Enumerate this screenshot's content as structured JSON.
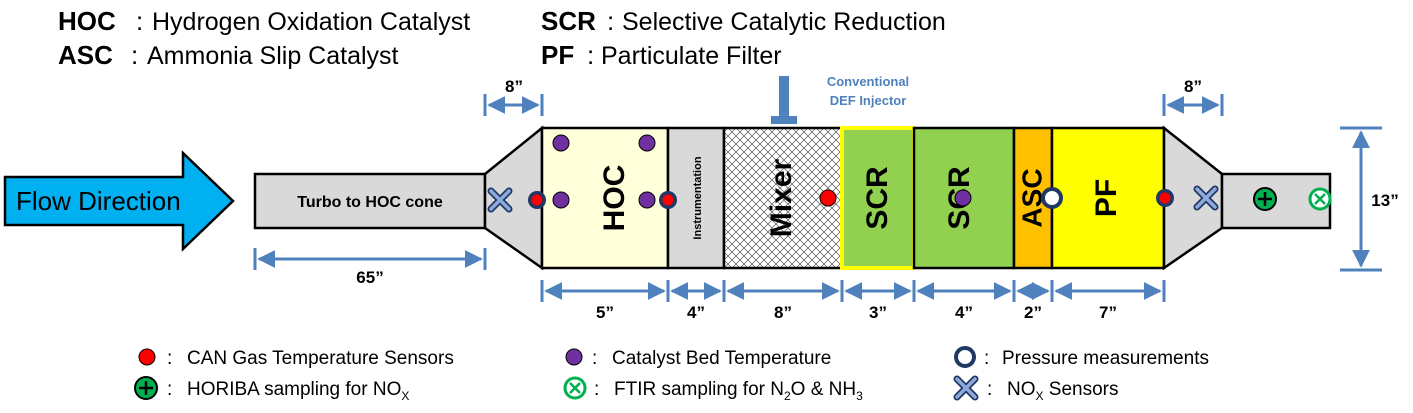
{
  "definitions": [
    {
      "abbr": "HOC",
      "sep": ":",
      "text": "Hydrogen Oxidation Catalyst"
    },
    {
      "abbr": "ASC",
      "sep": ":",
      "text": "Ammonia Slip Catalyst"
    },
    {
      "abbr": "SCR",
      "sep": ":",
      "text": "Selective Catalytic Reduction"
    },
    {
      "abbr": "PF",
      "sep": ":",
      "text": "Particulate Filter"
    }
  ],
  "flow_label": "Flow Direction",
  "injector_label": [
    "Conventional",
    "DEF Injector"
  ],
  "sections": {
    "turbo": "Turbo to HOC cone",
    "hoc": "HOC",
    "instrumentation": "Instrumentation",
    "mixer": "Mixer",
    "scr1": "SCR",
    "scr2": "SCR",
    "asc": "ASC",
    "pf": "PF"
  },
  "dimensions": {
    "inlet_cone": "8”",
    "outlet_cone": "8”",
    "turbo": "65”",
    "hoc": "5”",
    "instrumentation": "4”",
    "mixer": "8”",
    "scr1": "3”",
    "scr2": "4”",
    "asc": "2”",
    "pf": "7”",
    "diameter": "13”"
  },
  "legend": {
    "can_gas": {
      "sep": ":",
      "text": "CAN Gas Temperature Sensors"
    },
    "catalyst_bed": {
      "sep": ":",
      "text": "Catalyst Bed Temperature"
    },
    "pressure": {
      "sep": ":",
      "text": "Pressure measurements"
    },
    "horiba": {
      "sep": ":",
      "text": "HORIBA sampling for NO",
      "sub": "X"
    },
    "ftir": {
      "sep": ":",
      "text1": "FTIR sampling for N",
      "sub1": "2",
      "text2": "O & NH",
      "sub2": "3"
    },
    "nox": {
      "sep": ":",
      "text": "NO",
      "sub": "X",
      "text2": " Sensors"
    }
  },
  "colors": {
    "dimension_blue": "#4f81bd",
    "flow_arrow": "#00b0f0",
    "hoc_fill": "#ffffd9",
    "scr_fill": "#92d050",
    "asc_fill": "#ffc000",
    "pf_fill": "#ffff00",
    "grey_fill": "#d9d9d9",
    "can_gas_red": "#ff0000",
    "catalyst_purple": "#7030a0",
    "ftir_green": "#00b050",
    "highlight_yellow": "#ffff00"
  }
}
